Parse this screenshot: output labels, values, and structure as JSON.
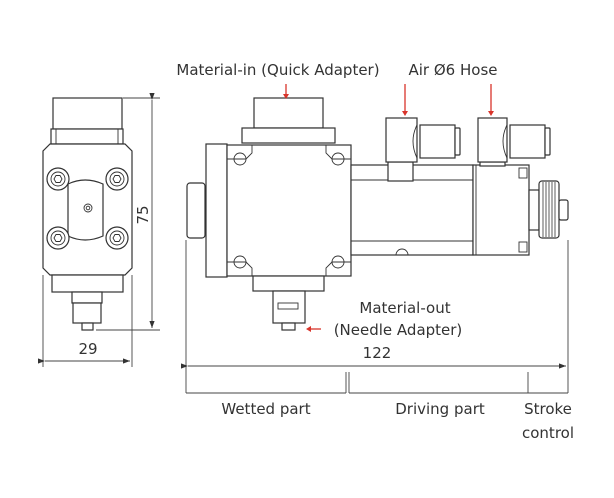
{
  "labels": {
    "material_in": "Material-in (Quick Adapter)",
    "air_hose": "Air Ø6 Hose",
    "material_out_1": "Material-out",
    "material_out_2": "(Needle Adapter)",
    "wetted": "Wetted part",
    "driving": "Driving part",
    "stroke_1": "Stroke",
    "stroke_2": "control"
  },
  "dimensions": {
    "height": "75",
    "width": "29",
    "length": "122"
  },
  "colors": {
    "arrow": "#d9342b",
    "line": "#333333"
  }
}
